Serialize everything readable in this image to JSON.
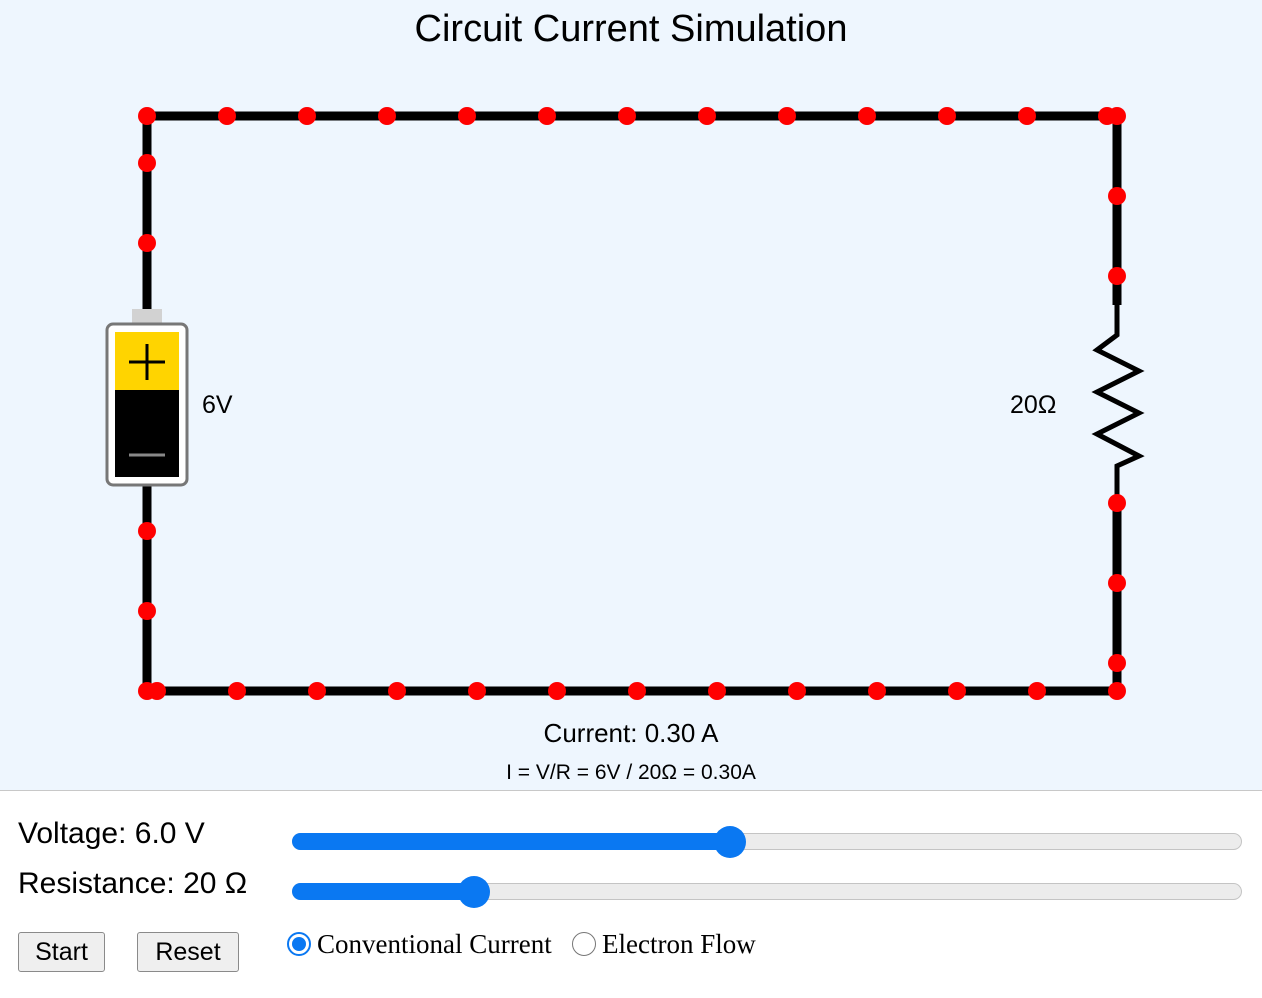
{
  "title": "Circuit Current Simulation",
  "battery": {
    "voltage_label": "6V",
    "plus_symbol": "+",
    "minus_symbol": "−",
    "top_color": "#ffd400",
    "bottom_color": "#000000"
  },
  "resistor": {
    "label": "20Ω"
  },
  "charge_color": "#ff0000",
  "current_readout": "Current: 0.30 A",
  "formula": "I = V/R = 6V / 20Ω = 0.30A",
  "controls": {
    "voltage": {
      "label": "Voltage: 6.0 V",
      "value": 6.0,
      "min": 0,
      "max": 13
    },
    "resistance": {
      "label": "Resistance: 20 Ω",
      "value": 20,
      "min": 1,
      "max": 100
    },
    "start_label": "Start",
    "reset_label": "Reset",
    "mode_options": [
      {
        "label": "Conventional Current",
        "selected": true
      },
      {
        "label": "Electron Flow",
        "selected": false
      }
    ]
  },
  "accent_color": "#0a78f2"
}
